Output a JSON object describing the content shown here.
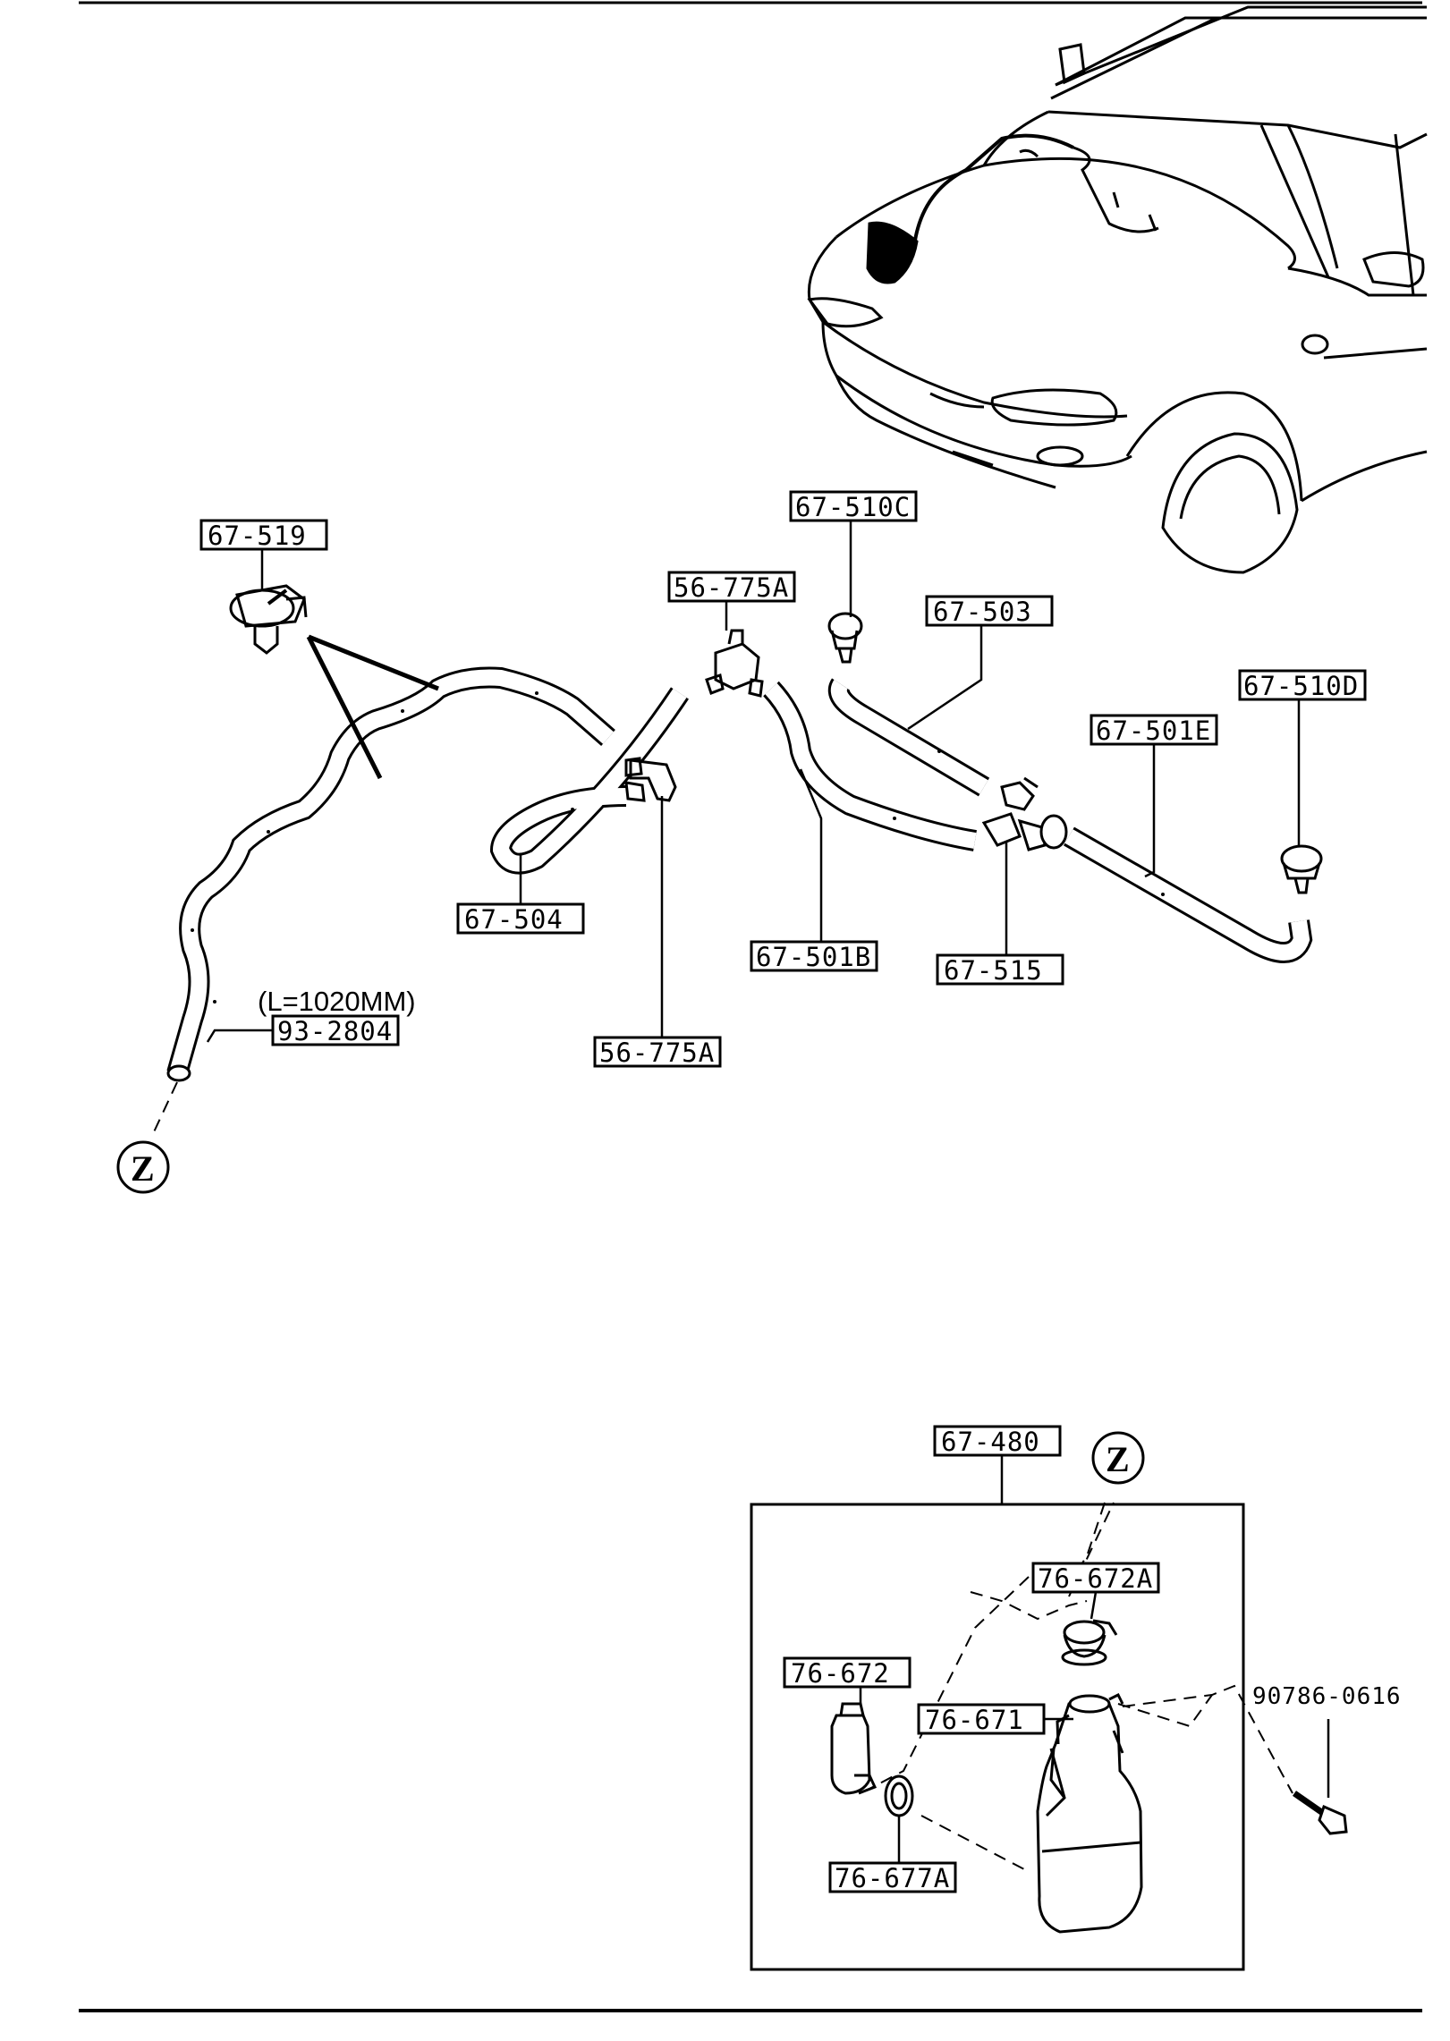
{
  "diagram": {
    "callouts": [
      {
        "id": "c1",
        "text": "67-519"
      },
      {
        "id": "c2",
        "text": "56-775A"
      },
      {
        "id": "c3",
        "text": "67-510C"
      },
      {
        "id": "c4",
        "text": "67-503"
      },
      {
        "id": "c5",
        "text": "67-510D"
      },
      {
        "id": "c6",
        "text": "67-501E"
      },
      {
        "id": "c7",
        "text": "67-504"
      },
      {
        "id": "c8",
        "text": "67-501B"
      },
      {
        "id": "c9",
        "text": "67-515"
      },
      {
        "id": "c10",
        "text": "93-2804"
      },
      {
        "id": "c11",
        "text": "56-775A"
      },
      {
        "id": "c12",
        "text": "67-480"
      },
      {
        "id": "c13",
        "text": "76-672A"
      },
      {
        "id": "c14",
        "text": "76-672"
      },
      {
        "id": "c15",
        "text": "76-671"
      },
      {
        "id": "c16",
        "text": "76-677A"
      }
    ],
    "free_labels": {
      "length_note": "(L=1020MM)",
      "bolt_part": "90786-0616"
    },
    "connection_markers": [
      {
        "id": "z1",
        "text": "Z"
      },
      {
        "id": "z2",
        "text": "Z"
      }
    ]
  }
}
